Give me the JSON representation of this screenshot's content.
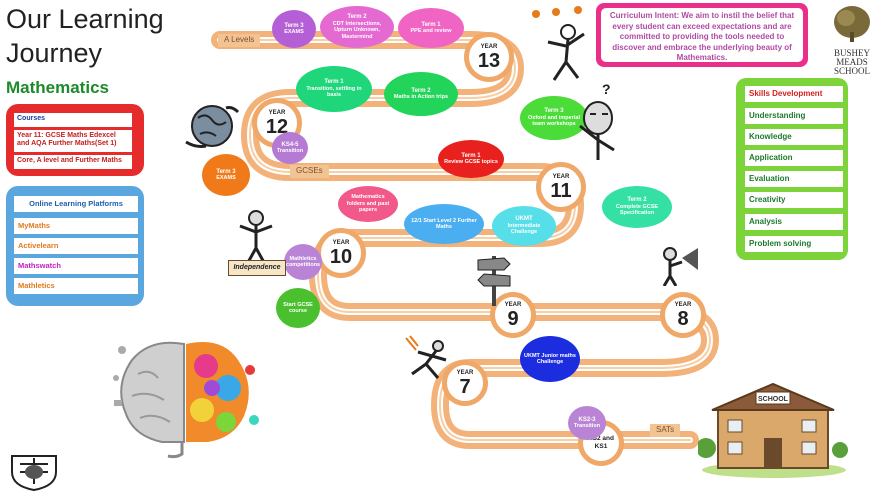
{
  "title_line1": "Our Learning",
  "title_line2": "Journey",
  "subject": "Mathematics",
  "courses": {
    "items": [
      "Courses",
      "Year 11: GCSE Maths Edexcel and AQA Further Maths(Set 1)",
      "Core,  A level and Further Maths"
    ]
  },
  "platforms": {
    "header": "Online Learning Platforms",
    "items": [
      "MyMaths",
      "Activelearn",
      "Mathswatch",
      "Mathletics"
    ],
    "colors": [
      "#e07b1a",
      "#e07b1a",
      "#c21fc2",
      "#e07b1a"
    ]
  },
  "intent": "Curriculum Intent: We aim to instil the belief that every student can exceed expectations and are committed to providing the tools needed to discover and embrace the underlying beauty of Mathematics.",
  "school": {
    "line1": "BUSHEY",
    "line2": "MEADS",
    "line3": "SCHOOL"
  },
  "skills": {
    "items": [
      "Skills Development",
      "Understanding",
      "Knowledge",
      "Application",
      "Evaluation",
      "Creativity",
      "Analysis",
      "Problem solving"
    ]
  },
  "stage_labels": {
    "alevels": "A Levels",
    "gcses": "GCSEs",
    "sats": "SATs"
  },
  "years": {
    "y13": "13",
    "y12": "12",
    "y11": "11",
    "y10": "10",
    "y9": "9",
    "y8": "8",
    "y7": "7",
    "label": "YEAR",
    "ks2": "KS2 and KS1"
  },
  "bubbles": {
    "b1": {
      "title": "Term 3",
      "text": "EXAMS"
    },
    "b2": {
      "title": "Term 2",
      "text": "CDT Intersections, Upturn Unknown, Mastermind"
    },
    "b3": {
      "title": "Term 1",
      "text": "PPE and review"
    },
    "b4": {
      "title": "Term 1",
      "text": "Transition, settling in basis"
    },
    "b5": {
      "title": "Term 2",
      "text": "Maths in Action trips"
    },
    "b6": {
      "title": "Term 3",
      "text": "Oxford and imperial team workshops"
    },
    "b7": {
      "title": "Term 3",
      "text": "EXAMS"
    },
    "b8": {
      "title": "KS4-5",
      "text": "Transition"
    },
    "b9": {
      "title": "Term 1",
      "text": "Review GCSE topics"
    },
    "b10": {
      "title": "Term 2",
      "text": "Complete GCSE Specification"
    },
    "b11": {
      "title": "",
      "text": "Mathematics folders and past papers"
    },
    "b12": {
      "title": "",
      "text": "12/1 Start Level 2 Further Maths"
    },
    "b13": {
      "title": "UKMT",
      "text": "Intermediate Challenge"
    },
    "b14": {
      "title": "",
      "text": "Mathletics competitions"
    },
    "b15": {
      "title": "",
      "text": "Start GCSE course"
    },
    "b16": {
      "title": "",
      "text": "UKMT Junior maths Challenge"
    },
    "b17": {
      "title": "KS2-3",
      "text": "Transition"
    }
  },
  "illustrations": {
    "independence": "Independence",
    "school_sign": "SCHOOL"
  }
}
